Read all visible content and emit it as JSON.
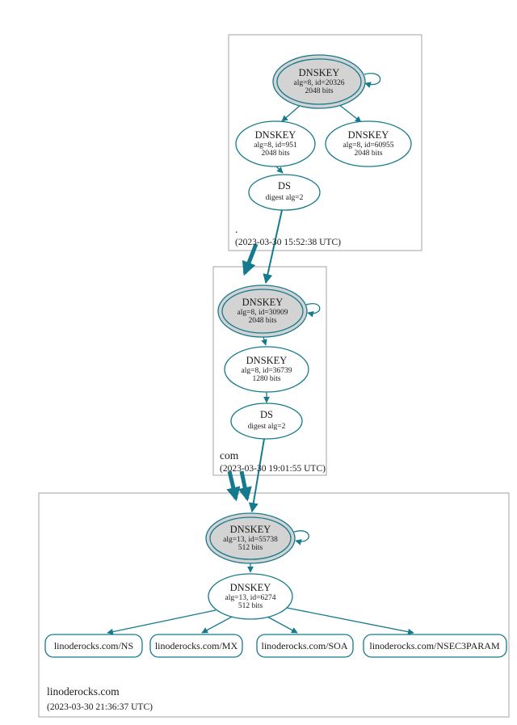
{
  "colors": {
    "edge": "#157a8d",
    "ksk_fill": "#d3d3d3",
    "box_border": "#a3a3a3",
    "text": "#1a1a1a"
  },
  "zones": [
    {
      "name": ".",
      "timestamp": "(2023-03-30 15:52:38 UTC)",
      "ksk": {
        "title": "DNSKEY",
        "line2": "alg=8, id=20326",
        "line3": "2048 bits"
      },
      "keys": [
        {
          "title": "DNSKEY",
          "line2": "alg=8, id=951",
          "line3": "2048 bits"
        },
        {
          "title": "DNSKEY",
          "line2": "alg=8, id=60955",
          "line3": "2048 bits"
        }
      ],
      "ds": {
        "title": "DS",
        "line2": "digest alg=2"
      }
    },
    {
      "name": "com",
      "timestamp": "(2023-03-30 19:01:55 UTC)",
      "ksk": {
        "title": "DNSKEY",
        "line2": "alg=8, id=30909",
        "line3": "2048 bits"
      },
      "keys": [
        {
          "title": "DNSKEY",
          "line2": "alg=8, id=36739",
          "line3": "1280 bits"
        }
      ],
      "ds": {
        "title": "DS",
        "line2": "digest alg=2"
      }
    },
    {
      "name": "linoderocks.com",
      "timestamp": "(2023-03-30 21:36:37 UTC)",
      "ksk": {
        "title": "DNSKEY",
        "line2": "alg=13, id=55738",
        "line3": "512 bits"
      },
      "keys": [
        {
          "title": "DNSKEY",
          "line2": "alg=13, id=6274",
          "line3": "512 bits"
        }
      ],
      "rrsets": [
        {
          "label": "linoderocks.com/NS"
        },
        {
          "label": "linoderocks.com/MX"
        },
        {
          "label": "linoderocks.com/SOA"
        },
        {
          "label": "linoderocks.com/NSEC3PARAM"
        }
      ]
    }
  ]
}
